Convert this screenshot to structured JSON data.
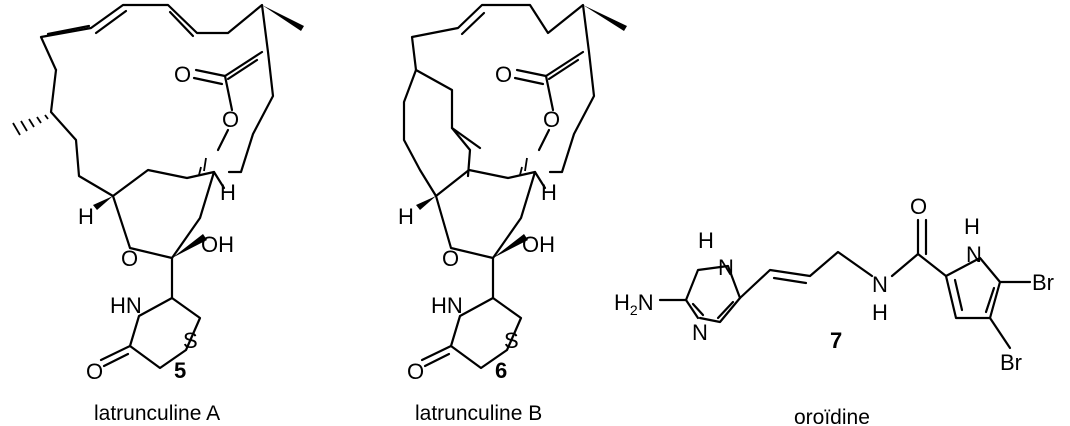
{
  "atoms": {
    "O": "O",
    "OH": "OH",
    "H": "H",
    "HN": "HN",
    "NH": "NH",
    "N": "N",
    "S": "S",
    "Br": "Br",
    "H2N_main": "H",
    "H2N_sub": "2",
    "H2N_N": "N"
  },
  "compounds": [
    {
      "number": "5",
      "name": "latrunculine A"
    },
    {
      "number": "6",
      "name": "latrunculine B"
    },
    {
      "number": "7",
      "name": "oroïdine"
    }
  ]
}
